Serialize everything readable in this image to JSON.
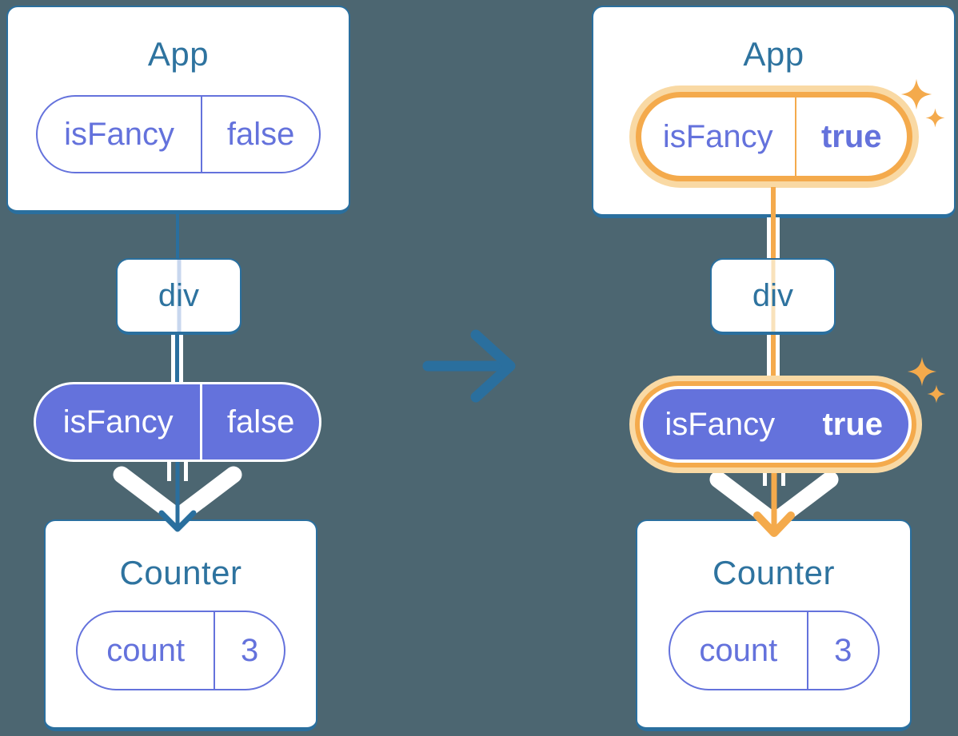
{
  "colors": {
    "background": "#4C6671",
    "card_border": "#2A6F9E",
    "title_text": "#2E739F",
    "purple": "#6472DC",
    "orange_highlight": "#F4AA4C",
    "orange_halo": "#F9D9A4",
    "pale_blue_thread": "#C8D7EE",
    "pale_orange_thread": "#F9E2BB",
    "white": "#FFFFFF"
  },
  "before": {
    "app": {
      "title": "App",
      "prop_name": "isFancy",
      "prop_value": "false"
    },
    "container_label": "div",
    "passed_prop": {
      "name": "isFancy",
      "value": "false"
    },
    "counter": {
      "title": "Counter",
      "state_name": "count",
      "state_value": "3"
    }
  },
  "after": {
    "app": {
      "title": "App",
      "prop_name": "isFancy",
      "prop_value": "true"
    },
    "container_label": "div",
    "passed_prop": {
      "name": "isFancy",
      "value": "true"
    },
    "counter": {
      "title": "Counter",
      "state_name": "count",
      "state_value": "3"
    }
  }
}
